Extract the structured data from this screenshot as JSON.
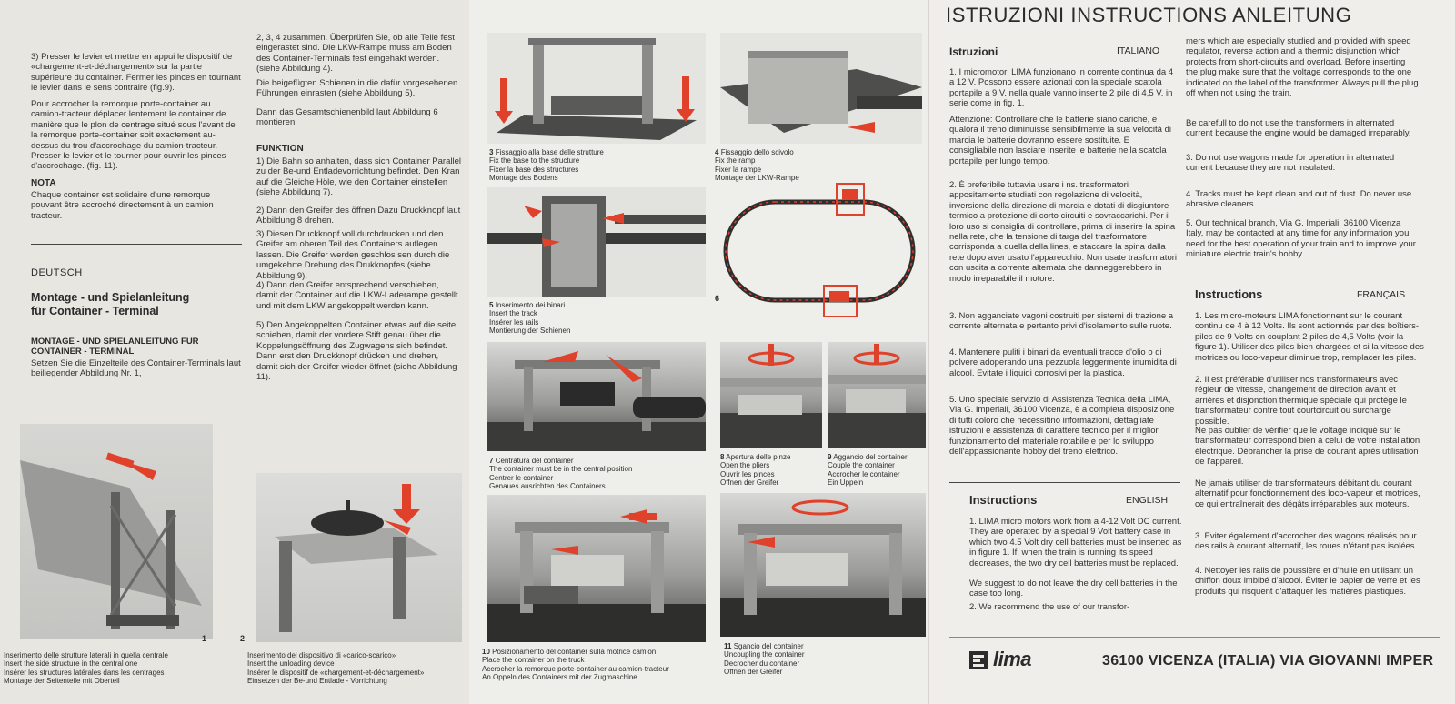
{
  "fr_top": {
    "p3": "3) Presser le levier et mettre en appui le dispositif de «chargement-et-déchargement» sur la partie supérieure du container. Fermer les pinces en tournant le levier dans le sens contraire (fig.9).",
    "p4": "Pour accrocher la remorque porte-container au camion-tracteur déplacer lentement le container de manière que le plon de centrage situé sous l'avant de la remorque porte-container soit exactement au-dessus du trou d'accrochage du camion-tracteur. Presser le levier et le tourner pour ouvrir les pinces d'accrochage. (fig. 11).",
    "nota_title": "NOTA",
    "nota": "Chaque container est solidaire d'une remorque pouvant être accroché directement à un camion tracteur."
  },
  "deutsch": {
    "lang": "DEUTSCH",
    "title1": "Montage - und Spielanleitung",
    "title2": "für Container - Terminal",
    "sub": "MONTAGE - UND SPIELANLEITUNG FÜR CONTAINER - TERMINAL",
    "intro": "Setzen Sie die Einzelteile des Container-Terminals laut beiliegender Abbildung Nr. 1,",
    "c2a": "2, 3, 4 zusammen. Überprüfen Sie, ob alle Teile fest eingerastet sind. Die LKW-Rampe muss am Boden des Container-Terminals fest eingehakt werden. (siehe Abbildung 4).",
    "c2b": "Die beigefügten Schienen in die dafür vorgesehenen Führungen einrasten (siehe Abbildung 5).",
    "c2c": "Dann das Gesamtschienenbild laut Abbildung 6 montieren.",
    "funk": "FUNKTION",
    "f1": "1) Die Bahn so anhalten, dass sich Container Parallel zu der Be-und Entladevorrichtung befindet. Den Kran auf die Gleiche Höle, wie den Container einstellen (siehe Abbildung 7).",
    "f2": "2) Dann den Greifer des öffnen Dazu Druckknopf laut Abbildung 8 drehen.",
    "f3": "3) Diesen Druckknopf voll durchdrucken und den Greifer am oberen Teil des Containers auflegen lassen. Die Greifer werden geschlos sen durch die umgekehrte Drehung des Drukknopfes (siehe Abbildung 9).",
    "f4": "4) Dann den Greifer entsprechend verschieben, damit der Container auf die LKW-Laderampe gestellt und mit dem LKW angekoppelt werden kann.",
    "f5": "5) Den Angekoppelten Container etwas auf die seite schieben, damit der vordere Stift genau über die Koppelungsöffnung des Zugwagens sich befindet. Dann erst den Druckknopf drücken und drehen, damit sich der Greifer wieder öffnet (siehe Abbildung 11)."
  },
  "captions": {
    "c1": [
      "Inserimento delle strutture laterali in quella centrale",
      "Insert the side structure in the central one",
      "Insérer les structures latérales dans les centrages",
      "Montage der Seitenteile mit Oberteil"
    ],
    "c2": [
      "Inserimento del dispositivo di «carico-scarico»",
      "Insert the unloading device",
      "Insérer le dispositif de «chargement-et-déchargement»",
      "Einsetzen der Be-und Entlade - Vorrichtung"
    ],
    "c3": [
      "Fissaggio alla base delle strutture",
      "Fix the base to the structure",
      "Fixer la base des structures",
      "Montage des Bodens"
    ],
    "c4": [
      "Fissaggio dello scivolo",
      "Fix the ramp",
      "Fixer la rampe",
      "Montage der LKW-Rampe"
    ],
    "c5": [
      "Inserimento dei binari",
      "Insert the track",
      "Insérer les rails",
      "Montierung der Schienen"
    ],
    "c7": [
      "Centratura del container",
      "The container must be in the central position",
      "Centrer le container",
      "Genaues ausrichten des Containers"
    ],
    "c8": [
      "Apertura delle pinze",
      "Open the pliers",
      "Ouvrir les pinces",
      "Offnen der Greifer"
    ],
    "c9": [
      "Aggancio del container",
      "Couple the container",
      "Accrocher le container",
      "Ein Uppeln"
    ],
    "c10": [
      "Posizionamento del container sulla motrice camion",
      "Place the container on the truck",
      "Accrocher la remorque porte-container au camion-tracteur",
      "An Oppeln des Containers mit der Zugmaschine"
    ],
    "c11": [
      "Sgancio del container",
      "Uncoupling the container",
      "Decrocher du container",
      "Offnen der Greifer"
    ],
    "n1": "1",
    "n2": "2",
    "n3": "3",
    "n4": "4",
    "n5": "5",
    "n6": "6",
    "n7": "7",
    "n8": "8",
    "n9": "9",
    "n10": "10",
    "n11": "11"
  },
  "header": "ISTRUZIONI INSTRUCTIONS ANLEITUNG",
  "italiano": {
    "h": "Istruzioni",
    "lang": "ITALIANO",
    "p1": "1. I micromotori LIMA funzionano in corrente continua da 4 a 12 V. Possono essere azionati con la speciale scatola portapile a 9 V. nella quale vanno inserite 2 pile di 4,5 V. in serie come in fig. 1.",
    "p1b": "Attenzione: Controllare che le batterie siano cariche, e qualora il treno diminuisse sensibilmente la sua velocità di marcia le batterie dovranno essere sostituite. È consigliabile non lasciare inserite le batterie nella scatola portapile per lungo tempo.",
    "p2": "2. È preferibile tuttavia usare i ns. trasformatori appositamente studiati con regolazione di velocità, inversione della direzione di marcia e dotati di disgiuntore termico a protezione di corto circuiti e sovraccarichi. Per il loro uso si consiglia di controllare, prima di inserire la spina nella rete, che la tensione di targa del trasformatore corrisponda a quella della lines, e staccare la spina dalla rete dopo aver usato l'apparecchio. Non usate trasformatori con uscita a corrente alternata che danneggerebbero in modo irreparabile il motore.",
    "p3": "3. Non agganciate vagoni costruiti per sistemi di trazione a corrente alternata e pertanto privi d'isolamento sulle ruote.",
    "p4": "4. Mantenere puliti i binari da eventuali tracce d'olio o di polvere adoperando una pezzuola leggermente inumidita di alcool. Evitate i liquidi corrosivi per la plastica.",
    "p5": "5. Uno speciale servizio di Assistenza Tecnica della LIMA, Via G. Imperiali, 36100 Vicenza, è a completa disposizione di tutti coloro che necessitino informazioni, dettagliate istruzioni e assistenza di carattere tecnico per il miglior funzionamento del materiale rotabile e per lo sviluppo dell'appassionante hobby del treno elettrico."
  },
  "english": {
    "h": "Instructions",
    "lang": "ENGLISH",
    "p1": "1. LIMA micro motors work from a 4-12 Volt DC current. They are operated by a special 9 Volt battery case in which two 4.5 Volt dry cell batteries must be inserted as in figure 1. If, when the train is running its speed decreases, the two dry cell batteries must be replaced.",
    "p1b": "We suggest to do not leave the dry cell batteries in the case too long.",
    "p2": "2. We recommend the use of our transfor-",
    "c2": "mers which are especially studied and provided with speed regulator, reverse action and a thermic disjunction which protects from short-circuits and overload. Before inserting the plug make sure that the voltage corresponds to the one indicated on the label of the transformer. Always pull the plug off when not using the train.",
    "c2b": "Be carefull to do not use the transformers in alternated current because the engine would be damaged irreparably.",
    "p3": "3. Do not use wagons made for operation in alternated current because they are not insulated.",
    "p4": "4. Tracks must be kept clean and out of dust. Do never use abrasive cleaners.",
    "p5": "5. Our technical branch, Via G. Imperiali, 36100 Vicenza Italy, may be contacted at any time for any information you need for the best operation of your train and to improve your miniature electric train's hobby."
  },
  "francais": {
    "h": "Instructions",
    "lang": "FRANÇAIS",
    "p1": "1. Les micro-moteurs LIMA fonctionnent sur le courant continu de 4 à 12 Volts. Ils sont actionnés par des boîtiers-piles de 9 Volts en couplant 2 piles de 4,5 Volts (voir la figure 1). Utiliser des piles bien chargées et si la vitesse des motrices ou loco-vapeur diminue trop, remplacer les piles.",
    "p2": "2. Il est préférable d'utiliser nos transformateurs avec régleur de vitesse, changement de direction avant et arrières et disjonction thermique spéciale qui protège le transformateur contre tout courtcircuit ou surcharge possible.",
    "p2b": "Ne pas oublier de vérifier que le voltage indiqué sur le transformateur correspond bien à celui de votre installation électrique. Débrancher la prise de courant après utilisation de l'appareil.",
    "p2c": "Ne jamais utiliser de transformateurs débitant du courant alternatif pour fonctionnement des loco-vapeur et motrices, ce qui entraînerait des dégâts irréparables aux moteurs.",
    "p3": "3. Eviter également d'accrocher des wagons réalisés pour des rails à courant alternatif, les roues n'étant pas isolées.",
    "p4": "4. Nettoyer les rails de poussière et d'huile en utilisant un chiffon doux imbibé d'alcool. Éviter le papier de verre et les produits qui risquent d'attaquer les matières plastiques."
  },
  "footer": {
    "logo": "lima",
    "address": "36100 VICENZA (ITALIA)  VIA GIOVANNI IMPER"
  },
  "colors": {
    "arrow": "#e0412b",
    "ink": "#2b2b2b",
    "paper": "#ecebe6"
  }
}
